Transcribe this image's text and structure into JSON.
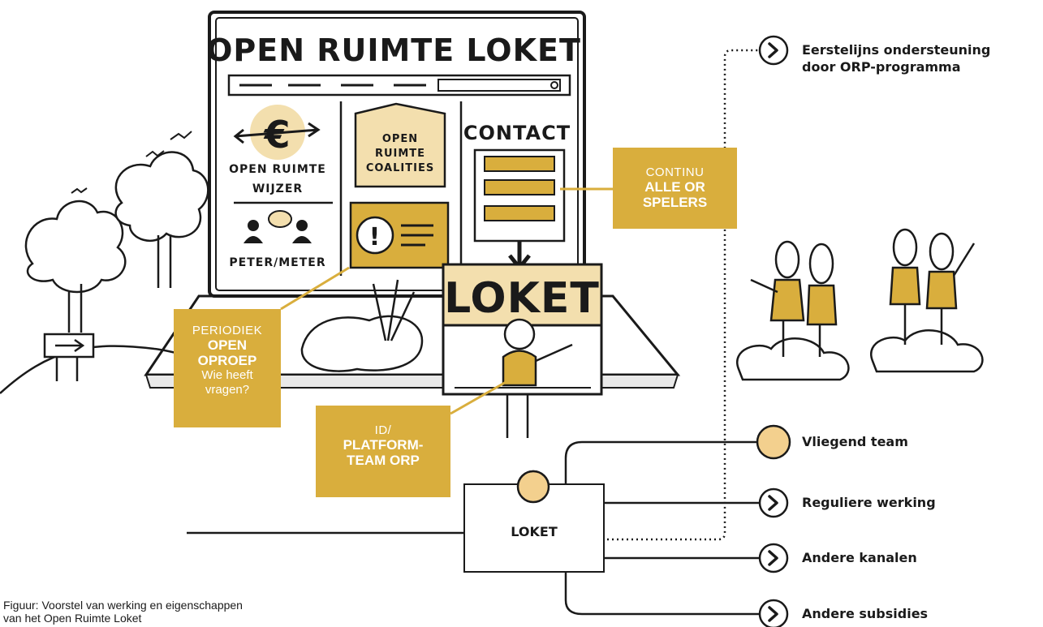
{
  "illustration": {
    "site_title": "OPEN RUIMTE LOKET",
    "panel_wijzer_line1": "OPEN RUIMTE",
    "panel_wijzer_line2": "WIJZER",
    "panel_peter": "PETER/METER",
    "panel_coalities_line1": "OPEN",
    "panel_coalities_line2": "RUIMTE",
    "panel_coalities_line3": "COALITIES",
    "panel_contact": "CONTACT",
    "loket_sign": "LOKET"
  },
  "callouts": {
    "continu": {
      "light": "CONTINU",
      "bold1": "ALLE OR",
      "bold2": "SPELERS"
    },
    "periodiek": {
      "light": "PERIODIEK",
      "bold1": "OPEN",
      "bold2": "OPROEP",
      "small1": "Wie heeft",
      "small2": "vragen?"
    },
    "id": {
      "light": "ID/",
      "bold1": "PLATFORM-",
      "bold2": "TEAM ORP"
    }
  },
  "diagram": {
    "center_label": "LOKET",
    "outputs": [
      {
        "label": "Eerstelijns ondersteuning",
        "label2": "door ORP-programma",
        "icon": "chevron-circle-icon"
      },
      {
        "label": "Vliegend team",
        "icon": "gold-dot-icon"
      },
      {
        "label": "Reguliere werking",
        "icon": "chevron-circle-icon"
      },
      {
        "label": "Andere kanalen",
        "icon": "chevron-circle-icon"
      },
      {
        "label": "Andere subsidies",
        "icon": "chevron-circle-icon"
      }
    ]
  },
  "caption": {
    "line1": "Figuur: Voorstel van werking en eigenschappen",
    "line2": "van het Open Ruimte Loket"
  },
  "colors": {
    "accent_gold": "#d9ae3d",
    "pale_gold": "#f3dfae",
    "ink": "#1a1a1a"
  }
}
